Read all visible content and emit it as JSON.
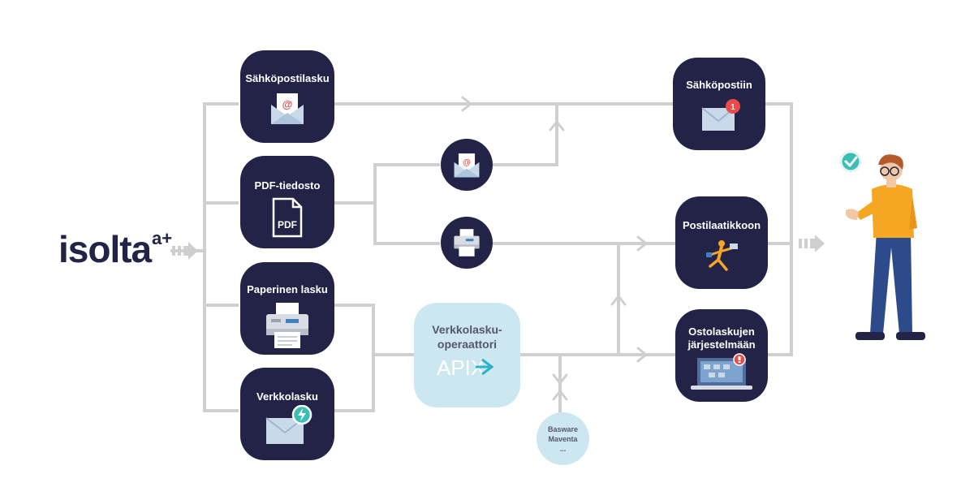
{
  "brand": {
    "logo_text": "isolta",
    "logo_sup": "a+"
  },
  "inputs": [
    {
      "label": "Sähköpostilasku",
      "icon": "email-envelope-icon"
    },
    {
      "label": "PDF-tiedosto",
      "icon": "pdf-file-icon"
    },
    {
      "label": "Paperinen lasku",
      "icon": "printer-icon"
    },
    {
      "label": "Verkkolasku",
      "icon": "e-invoice-envelope-icon"
    }
  ],
  "intermediates": [
    {
      "icon": "email-envelope-icon"
    },
    {
      "icon": "printer-icon"
    }
  ],
  "operator": {
    "label": "Verkkolasku-\noperaattori",
    "logo": "APIX"
  },
  "other_operators": {
    "line1": "Basware",
    "line2": "Maventa",
    "more": "..."
  },
  "outputs": [
    {
      "label": "Sähköpostiin",
      "icon": "mail-notification-icon",
      "badge": "1"
    },
    {
      "label": "Postilaatikkoon",
      "icon": "running-postman-icon"
    },
    {
      "label": "Ostolaskujen järjestelmään",
      "icon": "laptop-alert-icon"
    }
  ],
  "colors": {
    "node_bg": "#232347",
    "connector": "#cfcfcf",
    "operator_bg": "#cde7f1",
    "brand_text": "#232347",
    "badge_red": "#e94a4a",
    "accent_teal": "#3bbfb4",
    "accent_orange": "#f5a623"
  }
}
